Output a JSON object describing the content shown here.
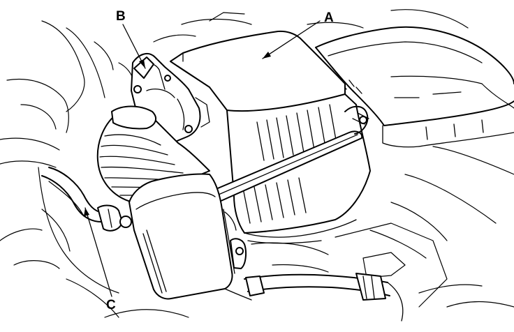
{
  "callouts": [
    {
      "id": "A",
      "text": "A"
    },
    {
      "id": "B",
      "text": "B"
    },
    {
      "id": "C",
      "text": "C"
    }
  ],
  "colors": {
    "ink": "#000000",
    "paper": "#ffffff"
  }
}
